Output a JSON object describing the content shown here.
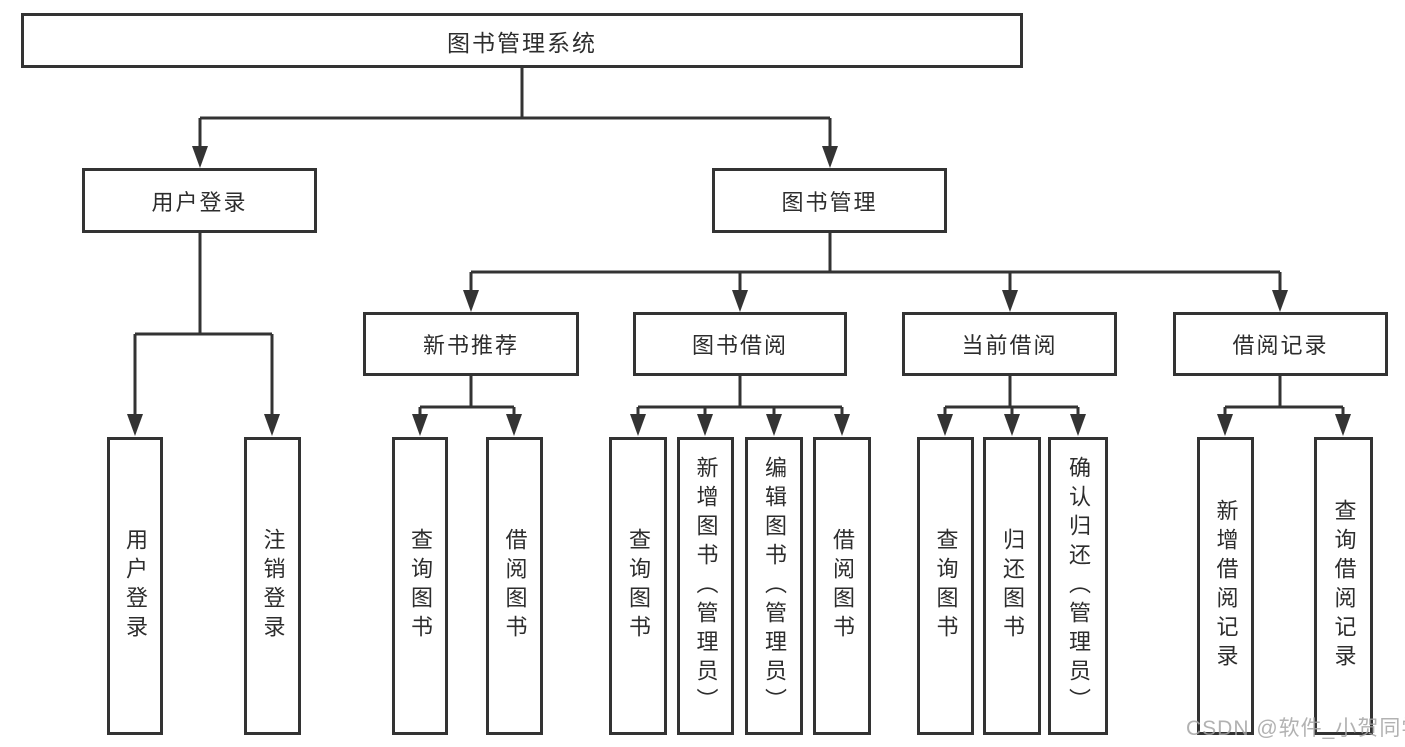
{
  "tree": {
    "root": "图书管理系统",
    "branches": [
      {
        "label": "用户登录",
        "leaves": [
          "用户登录",
          "注销登录"
        ]
      },
      {
        "label": "图书管理",
        "groups": [
          {
            "label": "新书推荐",
            "leaves": [
              "查询图书",
              "借阅图书"
            ]
          },
          {
            "label": "图书借阅",
            "leaves": [
              "查询图书",
              "新增图书（管理员）",
              "编辑图书（管理员）",
              "借阅图书"
            ]
          },
          {
            "label": "当前借阅",
            "leaves": [
              "查询图书",
              "归还图书",
              "确认归还（管理员）"
            ]
          },
          {
            "label": "借阅记录",
            "leaves": [
              "新增借阅记录",
              "查询借阅记录"
            ]
          }
        ]
      }
    ]
  },
  "watermark": {
    "text": "CSDN @软件_小贺同学"
  },
  "colors": {
    "line": "#333333",
    "text": "#2d2d2d",
    "background": "#ffffff",
    "watermark": "#a5a5a5"
  }
}
